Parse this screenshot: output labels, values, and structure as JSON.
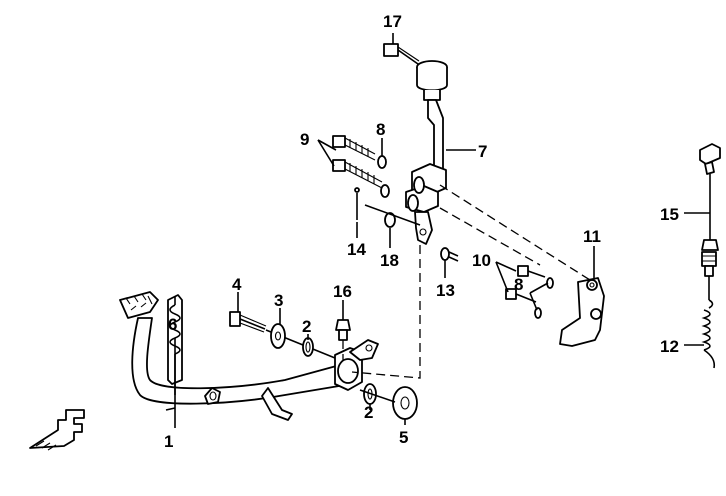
{
  "diagram": {
    "callouts": [
      {
        "id": "c1",
        "label": "1"
      },
      {
        "id": "c2a",
        "label": "2"
      },
      {
        "id": "c2b",
        "label": "2"
      },
      {
        "id": "c3",
        "label": "3"
      },
      {
        "id": "c4",
        "label": "4"
      },
      {
        "id": "c5",
        "label": "5"
      },
      {
        "id": "c6",
        "label": "6"
      },
      {
        "id": "c7",
        "label": "7"
      },
      {
        "id": "c8a",
        "label": "8"
      },
      {
        "id": "c8b",
        "label": "8"
      },
      {
        "id": "c9",
        "label": "9"
      },
      {
        "id": "c10",
        "label": "10"
      },
      {
        "id": "c11",
        "label": "11"
      },
      {
        "id": "c12",
        "label": "12"
      },
      {
        "id": "c13",
        "label": "13"
      },
      {
        "id": "c14",
        "label": "14"
      },
      {
        "id": "c15",
        "label": "15"
      },
      {
        "id": "c16",
        "label": "16"
      },
      {
        "id": "c17",
        "label": "17"
      },
      {
        "id": "c18",
        "label": "18"
      }
    ],
    "logo_letter": "F",
    "colors": {
      "ink": "#000000",
      "paper": "#ffffff"
    }
  }
}
